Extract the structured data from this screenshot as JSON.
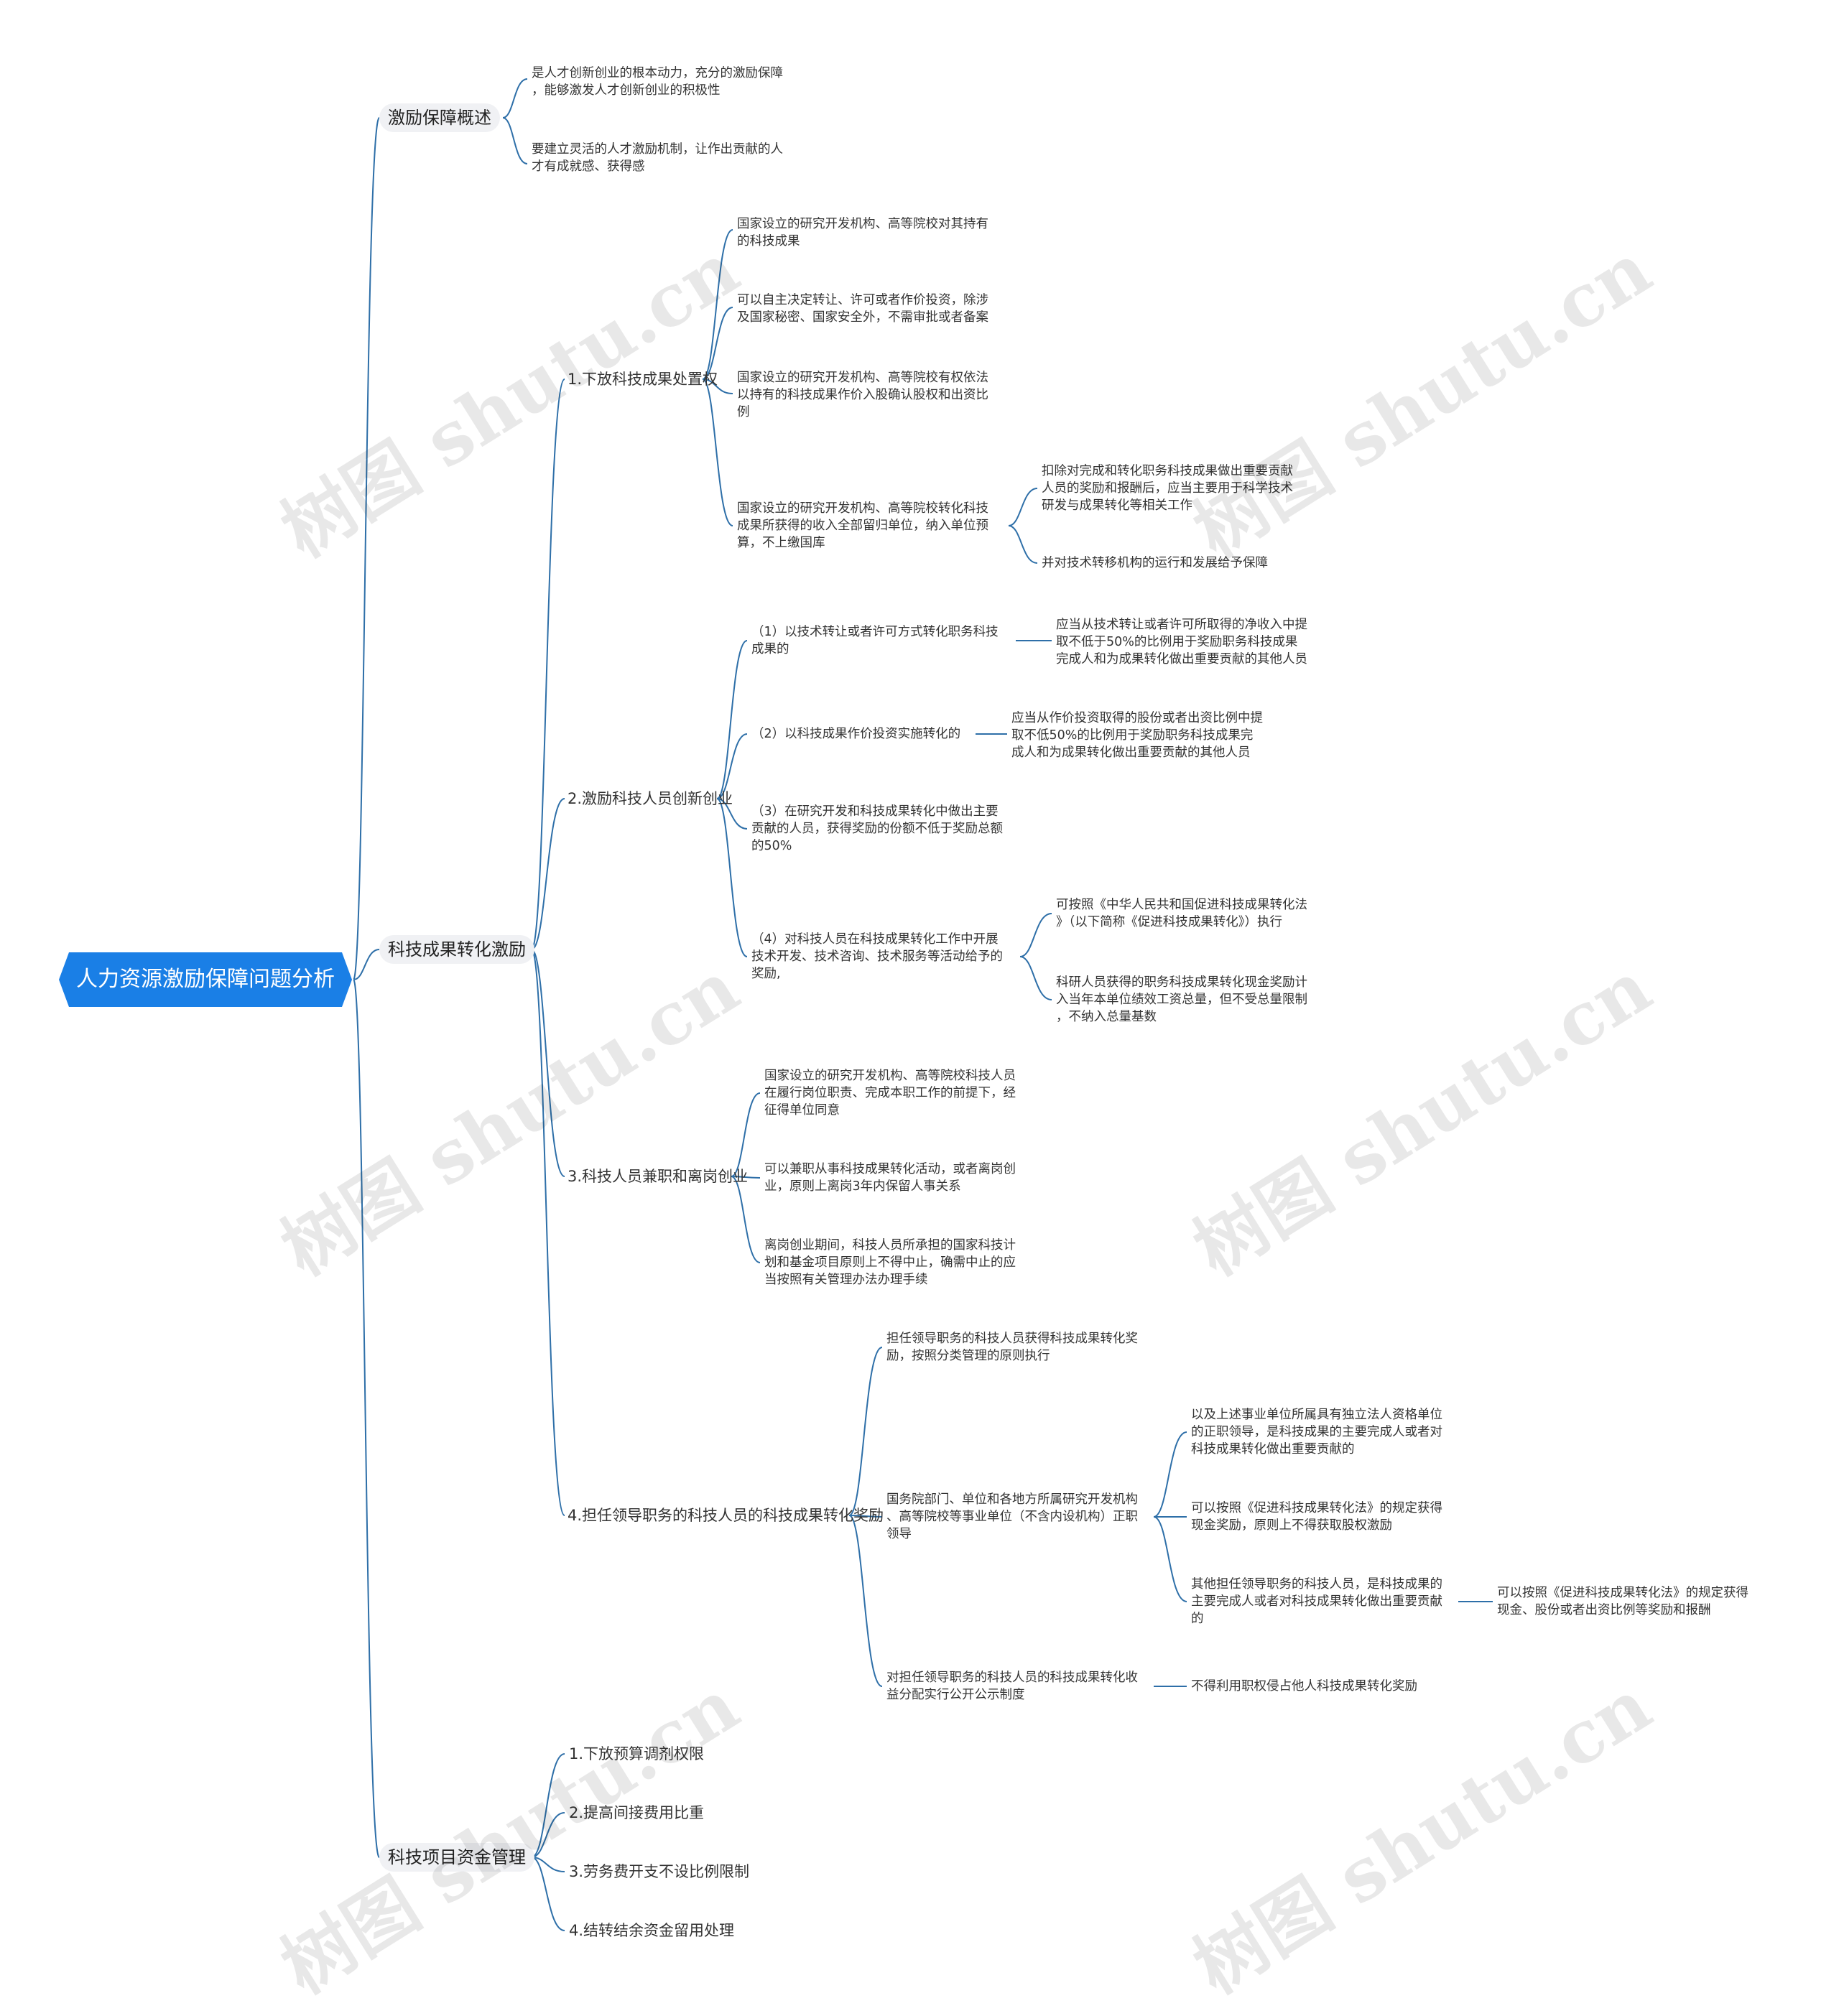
{
  "root": "人力资源激励保障问题分析",
  "branch1": {
    "label": "激励保障概述",
    "items": [
      "是人才创新创业的根本动力，充分的激励保障\n，能够激发人才创新创业的积极性",
      "要建立灵活的人才激励机制，让作出贡献的人\n才有成就感、获得感"
    ]
  },
  "branch2": {
    "label": "科技成果转化激励",
    "s1": {
      "label": "1.下放科技成果处置权",
      "items": [
        "国家设立的研究开发机构、高等院校对其持有\n的科技成果",
        "可以自主决定转让、许可或者作价投资，除涉\n及国家秘密、国家安全外，不需审批或者备案",
        "国家设立的研究开发机构、高等院校有权依法\n以持有的科技成果作价入股确认股权和出资比\n例",
        "国家设立的研究开发机构、高等院校转化科技\n成果所获得的收入全部留归单位，纳入单位预\n算，不上缴国库"
      ],
      "sub4": [
        "扣除对完成和转化职务科技成果做出重要贡献\n人员的奖励和报酬后，应当主要用于科学技术\n研发与成果转化等相关工作",
        "并对技术转移机构的运行和发展给予保障"
      ]
    },
    "s2": {
      "label": "2.激励科技人员创新创业",
      "items": [
        "（1）以技术转让或者许可方式转化职务科技\n成果的",
        "（2）以科技成果作价投资实施转化的",
        "（3）在研究开发和科技成果转化中做出主要\n贡献的人员，获得奖励的份额不低于奖励总额\n的50%",
        "（4）对科技人员在科技成果转化工作中开展\n技术开发、技术咨询、技术服务等活动给予的\n奖励,"
      ],
      "sub1": "应当从技术转让或者许可所取得的净收入中提\n取不低于50%的比例用于奖励职务科技成果\n完成人和为成果转化做出重要贡献的其他人员",
      "sub2": "应当从作价投资取得的股份或者出资比例中提\n取不低50%的比例用于奖励职务科技成果完\n成人和为成果转化做出重要贡献的其他人员",
      "sub4": [
        "可按照《中华人民共和国促进科技成果转化法\n》（以下简称《促进科技成果转化》）执行",
        "科研人员获得的职务科技成果转化现金奖励计\n入当年本单位绩效工资总量，但不受总量限制\n，不纳入总量基数"
      ]
    },
    "s3": {
      "label": "3.科技人员兼职和离岗创业",
      "items": [
        "国家设立的研究开发机构、高等院校科技人员\n在履行岗位职责、完成本职工作的前提下，经\n征得单位同意",
        "可以兼职从事科技成果转化活动，或者离岗创\n业，原则上离岗3年内保留人事关系",
        "离岗创业期间，科技人员所承担的国家科技计\n划和基金项目原则上不得中止，确需中止的应\n当按照有关管理办法办理手续"
      ]
    },
    "s4": {
      "label": "4.担任领导职务的科技人员的科技成果转化奖励",
      "items": [
        "担任领导职务的科技人员获得科技成果转化奖\n励，按照分类管理的原则执行",
        "国务院部门、单位和各地方所属研究开发机构\n、高等院校等事业单位（不含内设机构）正职\n领导",
        "对担任领导职务的科技人员的科技成果转化收\n益分配实行公开公示制度"
      ],
      "sub2": [
        "以及上述事业单位所属具有独立法人资格单位\n的正职领导，是科技成果的主要完成人或者对\n科技成果转化做出重要贡献的",
        "可以按照《促进科技成果转化法》的规定获得\n现金奖励，原则上不得获取股权激励",
        "其他担任领导职务的科技人员，是科技成果的\n主要完成人或者对科技成果转化做出重要贡献\n的"
      ],
      "sub2_3": "可以按照《促进科技成果转化法》的规定获得\n现金、股份或者出资比例等奖励和报酬",
      "sub3": "不得利用职权侵占他人科技成果转化奖励"
    }
  },
  "branch3": {
    "label": "科技项目资金管理",
    "items": [
      "1.下放预算调剂权限",
      "2.提高间接费用比重",
      "3.劳务费开支不设比例限制",
      "4.结转结余资金留用处理"
    ]
  },
  "watermark": "树图 shutu.cn",
  "colors": {
    "root": "#1a7fe6",
    "line": "#2e6fa8"
  }
}
